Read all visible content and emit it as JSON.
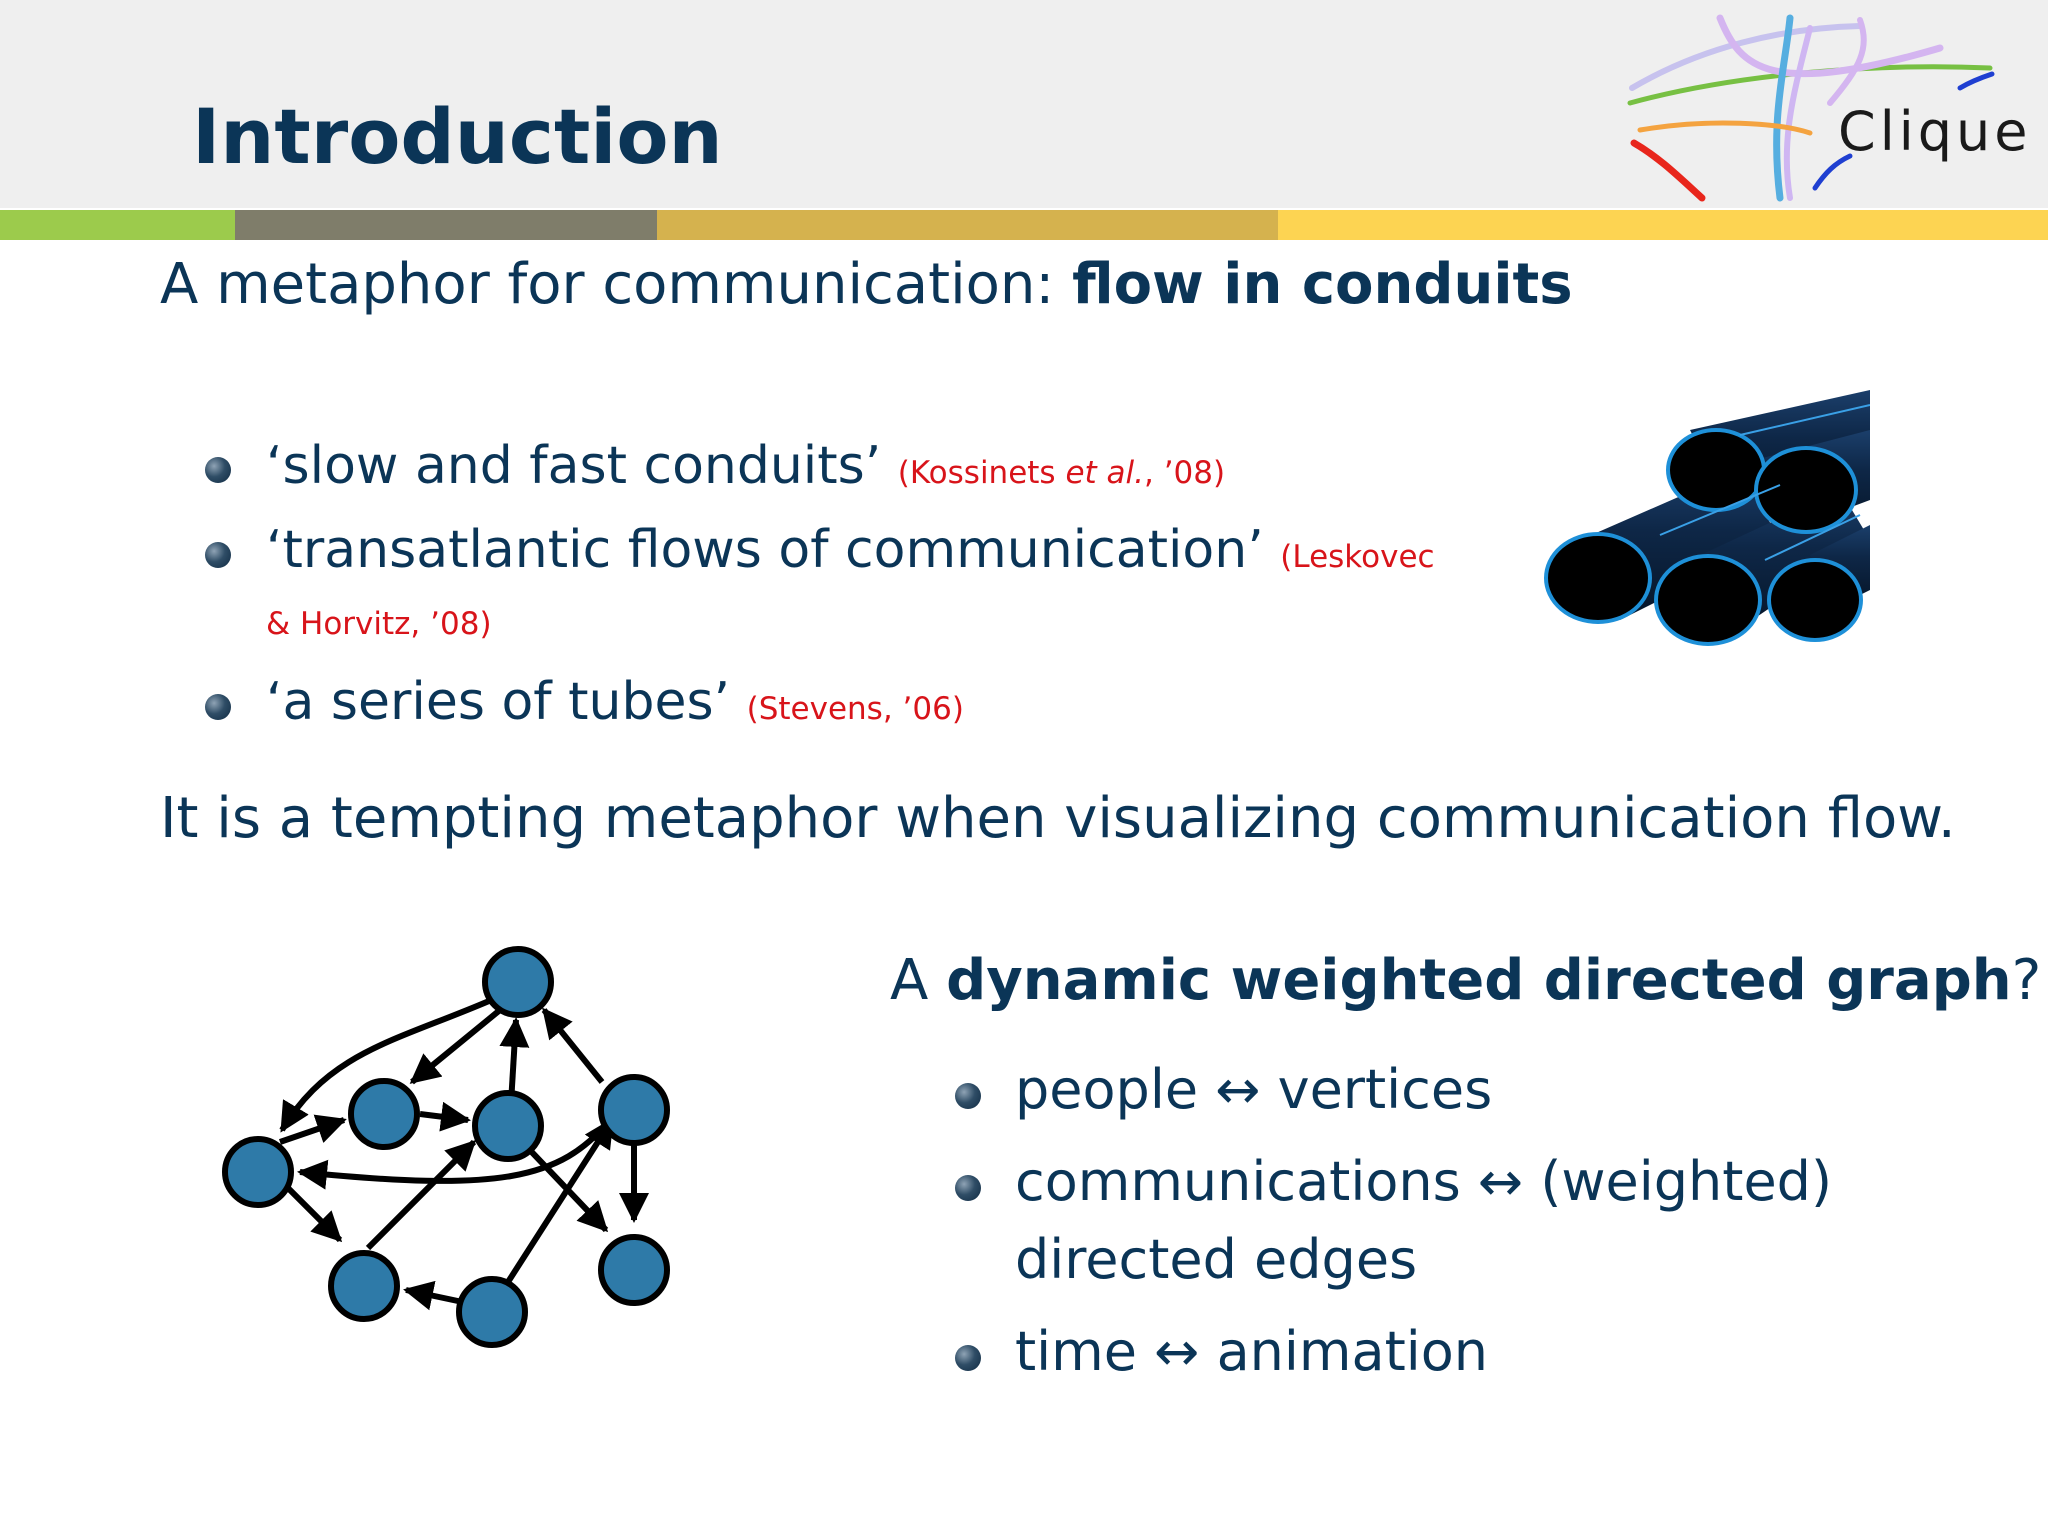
{
  "slide": {
    "title": "Introduction",
    "logo_text": "Clique",
    "heading": {
      "prefix": "A metaphor for communication:",
      "emphasis": "flow in conduits"
    },
    "bullets": [
      {
        "text": "‘slow and fast conduits’",
        "cite_pre": "(Kossinets ",
        "cite_italic": "et al.",
        "cite_post": ", ’08)"
      },
      {
        "text": "‘transatlantic flows of communication’",
        "cite_line1": "(Leskovec",
        "cite_line2": "& Horvitz, ’08)"
      },
      {
        "text": "‘a series of tubes’",
        "cite": "(Stevens, ’06)"
      }
    ],
    "statement": "It is a tempting metaphor when visualizing communication flow.",
    "graph_question": {
      "prefix": "A ",
      "emphasis": "dynamic weighted directed graph",
      "suffix": "?"
    },
    "mapping": [
      {
        "line1": "people ↔ vertices"
      },
      {
        "line1": "communications ↔ (weighted)",
        "line2": "directed edges"
      },
      {
        "line1": "time ↔ animation"
      }
    ]
  },
  "colors": {
    "title": "#0b3557",
    "citation": "#d8141a",
    "node_fill": "#2e7aa8",
    "stripe": [
      "#9ccb4c",
      "#7f7d6a",
      "#d5b24e",
      "#fdd452"
    ]
  },
  "icons": {
    "logo": "clique-logo-curves",
    "pipes": "blue-pipes-image",
    "graph": "directed-graph-illustration"
  }
}
